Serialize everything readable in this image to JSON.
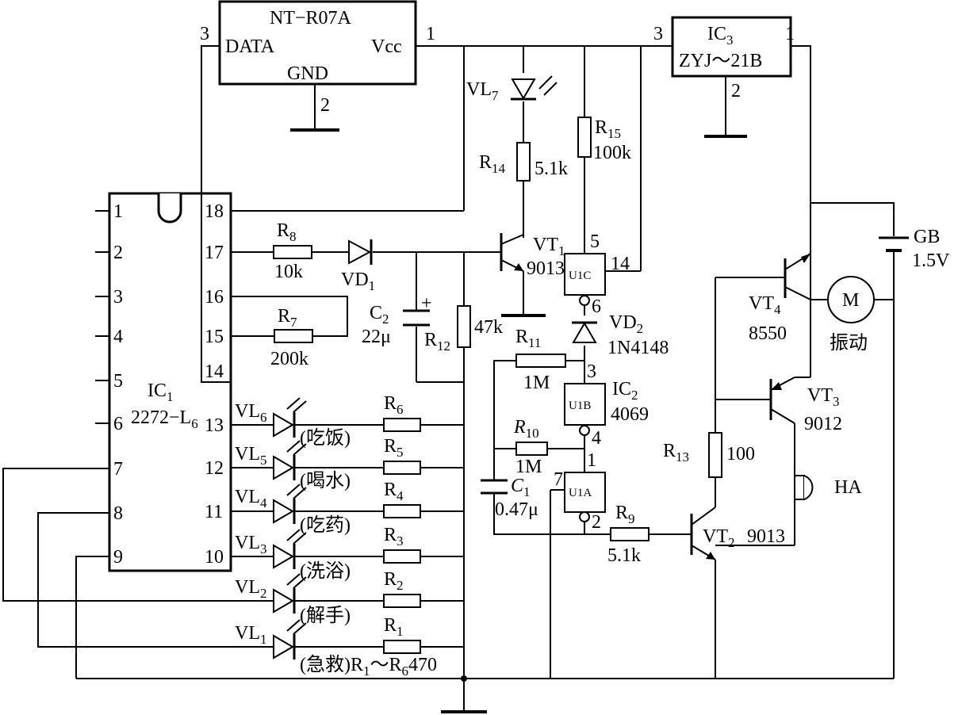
{
  "module": {
    "name": "NT−R07A",
    "pin_data": "DATA",
    "pin_vcc": "Vcc",
    "pin_gnd": "GND",
    "pin3": "3",
    "pin1": "1",
    "pin2": "2"
  },
  "ic3": {
    "ref": "IC",
    "ref_sub": "3",
    "part": "ZYJ～21B",
    "pin3": "3",
    "pin1": "1",
    "pin2": "2"
  },
  "ic1": {
    "ref": "IC",
    "ref_sub": "1",
    "part": "2272−L",
    "part_sub": "6",
    "pins_left": [
      "1",
      "2",
      "3",
      "4",
      "5",
      "6",
      "7",
      "8",
      "9"
    ],
    "pins_right": [
      "18",
      "17",
      "16",
      "15",
      "14",
      "13",
      "12",
      "11",
      "10"
    ]
  },
  "ic2": {
    "ref": "IC",
    "ref_sub": "2",
    "part": "4069",
    "gate_a": "U1A",
    "gate_b": "U1B",
    "gate_c": "U1C",
    "pins": {
      "p1": "1",
      "p2": "2",
      "p3": "3",
      "p4": "4",
      "p5": "5",
      "p6": "6",
      "p7": "7",
      "p14": "14"
    }
  },
  "resistors": {
    "r8": {
      "ref": "R",
      "sub": "8",
      "value": "10k"
    },
    "r7": {
      "ref": "R",
      "sub": "7",
      "value": "200k"
    },
    "r14": {
      "ref": "R",
      "sub": "14",
      "value": "5.1k"
    },
    "r15": {
      "ref": "R",
      "sub": "15",
      "value": "100k"
    },
    "r12": {
      "ref": "R",
      "sub": "12",
      "value": "47k"
    },
    "r11": {
      "ref": "R",
      "sub": "11",
      "value": "1M"
    },
    "r10": {
      "ref": "R",
      "sub": "10",
      "value": "1M"
    },
    "r9": {
      "ref": "R",
      "sub": "9",
      "value": "5.1k"
    },
    "r13": {
      "ref": "R",
      "sub": "13",
      "value": "100"
    },
    "r6": {
      "ref": "R",
      "sub": "6"
    },
    "r5": {
      "ref": "R",
      "sub": "5"
    },
    "r4": {
      "ref": "R",
      "sub": "4"
    },
    "r3": {
      "ref": "R",
      "sub": "3"
    },
    "r2": {
      "ref": "R",
      "sub": "2"
    },
    "r1": {
      "ref": "R",
      "sub": "1"
    },
    "r1_r6_note": {
      "prefix": "(急救)R",
      "sub1": "1",
      "tilde": "～R",
      "sub2": "6",
      "value": "470"
    }
  },
  "capacitors": {
    "c2": {
      "ref": "C",
      "sub": "2",
      "value": "22μ",
      "polarity": "+"
    },
    "c1": {
      "ref": "C",
      "sub": "1",
      "value": "0.47μ"
    }
  },
  "diodes": {
    "vd1": {
      "ref": "VD",
      "sub": "1"
    },
    "vd2": {
      "ref": "VD",
      "sub": "2",
      "part": "1N4148"
    }
  },
  "leds": {
    "vl7": {
      "ref": "VL",
      "sub": "7"
    },
    "vl6": {
      "ref": "VL",
      "sub": "6",
      "note": "(吃饭)"
    },
    "vl5": {
      "ref": "VL",
      "sub": "5",
      "note": "(喝水)"
    },
    "vl4": {
      "ref": "VL",
      "sub": "4",
      "note": "(吃药)"
    },
    "vl3": {
      "ref": "VL",
      "sub": "3",
      "note": "(洗浴)"
    },
    "vl2": {
      "ref": "VL",
      "sub": "2",
      "note": "(解手)"
    },
    "vl1": {
      "ref": "VL",
      "sub": "1"
    }
  },
  "transistors": {
    "vt1": {
      "ref": "VT",
      "sub": "1",
      "part": "9013"
    },
    "vt2": {
      "ref": "VT",
      "sub": "2",
      "part": "9013"
    },
    "vt3": {
      "ref": "VT",
      "sub": "3",
      "part": "9012"
    },
    "vt4": {
      "ref": "VT",
      "sub": "4",
      "part": "8550"
    }
  },
  "motor": {
    "symbol": "M",
    "label": "振动"
  },
  "buzzer": {
    "ref": "HA"
  },
  "battery": {
    "ref": "GB",
    "value": "1.5V"
  }
}
